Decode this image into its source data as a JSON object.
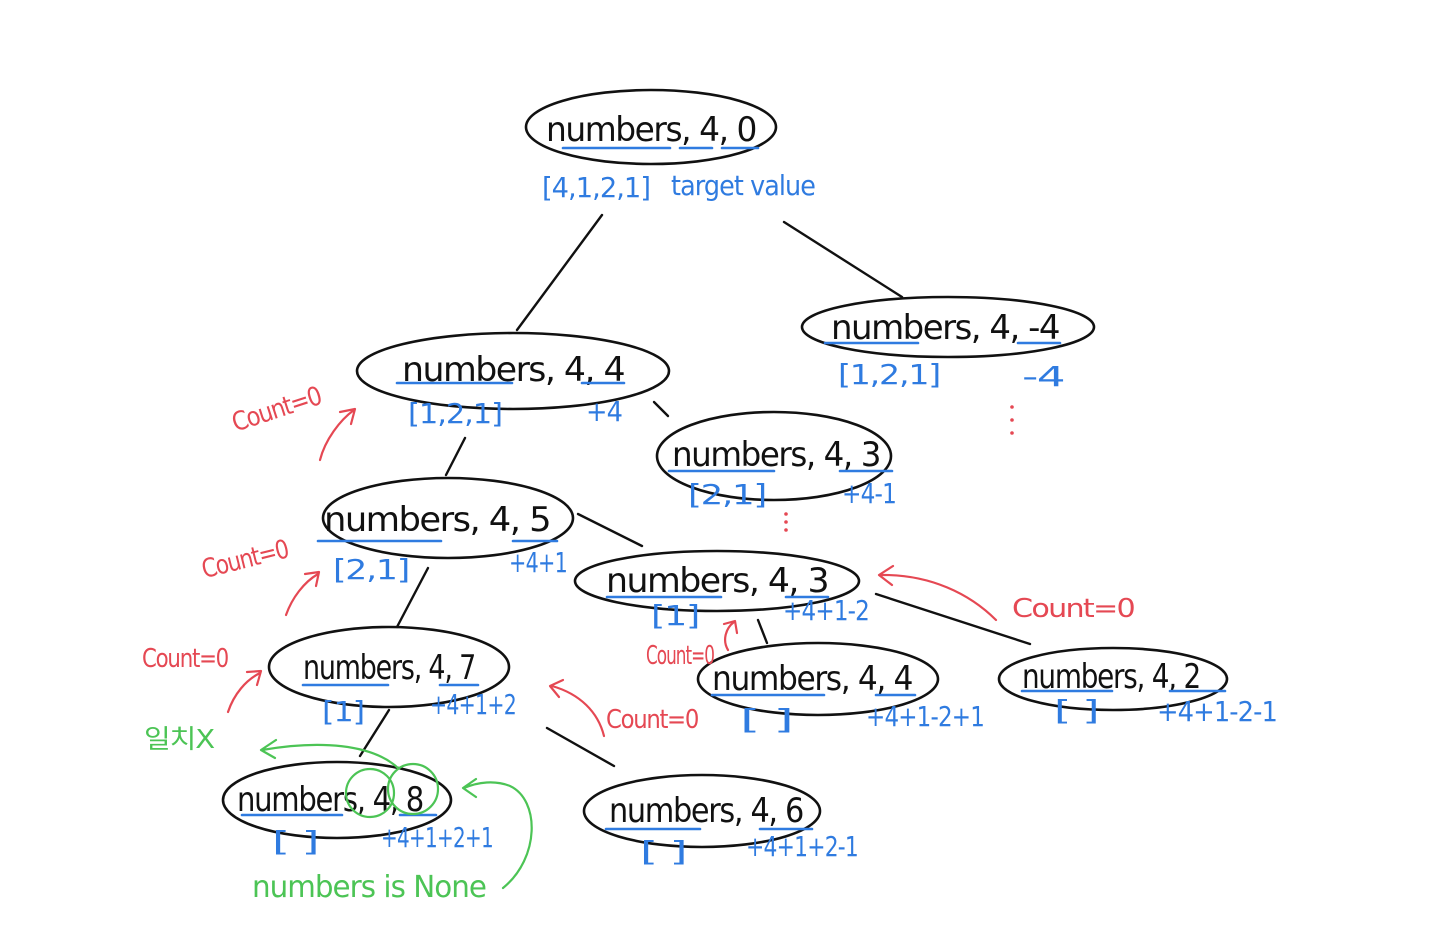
{
  "nodes": [
    {
      "id": "root",
      "label": "numbers, 4, 0",
      "list": "[4,1,2,1]",
      "sum": "",
      "annot": "target value"
    },
    {
      "id": "n1",
      "label": "numbers, 4, 4",
      "list": "[1,2,1]",
      "sum": "+4"
    },
    {
      "id": "n2",
      "label": "numbers, 4, -4",
      "list": "[1,2,1]",
      "sum": "-4"
    },
    {
      "id": "n3",
      "label": "numbers, 4, 3",
      "list": "[2,1]",
      "sum": "+4-1"
    },
    {
      "id": "n4",
      "label": "numbers, 4, 5",
      "list": "[2,1]",
      "sum": "+4+1"
    },
    {
      "id": "n5",
      "label": "numbers, 4, 3",
      "list": "[1]",
      "sum": "+4+1-2"
    },
    {
      "id": "n6",
      "label": "numbers, 4, 7",
      "list": "[1]",
      "sum": "+4+1+2"
    },
    {
      "id": "n7",
      "label": "numbers, 4, 4",
      "list": "[ ]",
      "sum": "+4+1-2+1"
    },
    {
      "id": "n8",
      "label": "numbers, 4, 2",
      "list": "[ ]",
      "sum": "+4+1-2-1"
    },
    {
      "id": "n9",
      "label": "numbers, 4, 8",
      "list": "[ ]",
      "sum": "+4+1+2+1"
    },
    {
      "id": "n10",
      "label": "numbers, 4, 6",
      "list": "[ ]",
      "sum": "+4+1+2-1"
    }
  ],
  "annotations": {
    "count_label": "Count=0",
    "match_label": "일치X",
    "none_label": "numbers is None",
    "ellipsis": "⋮"
  },
  "colors": {
    "ink": "#111111",
    "blue": "#2f7be0",
    "red": "#e54853",
    "green": "#4cc455"
  }
}
